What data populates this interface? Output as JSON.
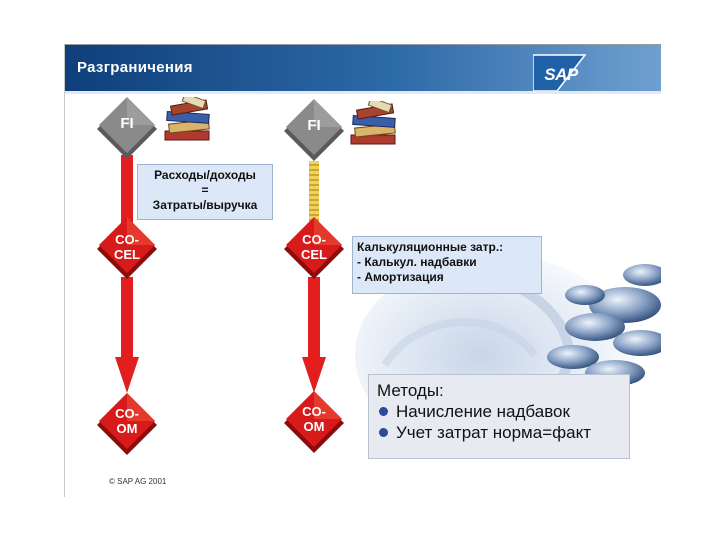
{
  "slide": {
    "title": "Разграничения",
    "logo": "SAP",
    "copyright": "© SAP AG 2001"
  },
  "left_column": {
    "top_node": "FI",
    "middle_node": [
      "CO-",
      "CEL"
    ],
    "bottom_node": [
      "CO-",
      "OM"
    ],
    "note": [
      "Расходы/доходы",
      "=",
      "Затраты/выручка"
    ],
    "icon": "books-icon"
  },
  "right_column": {
    "top_node": "FI",
    "middle_node": [
      "CO-",
      "CEL"
    ],
    "bottom_node": [
      "CO-",
      "OM"
    ],
    "note": [
      "Калькуляционные затр.:",
      "- Калькул. надбавки",
      "- Амортизация"
    ],
    "icon": "books-icon"
  },
  "methods_box": {
    "heading": "Методы:",
    "items": [
      "Начисление надбавок",
      "Учет затрат норма=факт"
    ]
  },
  "colors": {
    "header": "#1a4f8c",
    "node_gray": "#7a7a7a",
    "node_red": "#d81a1a",
    "arrow_red": "#e31e1e",
    "connector_yellow": "#e8c23a",
    "note_bg": "#dce8f7"
  }
}
